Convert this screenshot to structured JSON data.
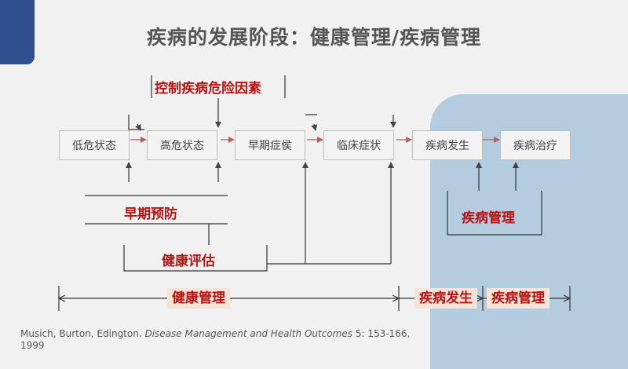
{
  "title": "疾病的发展阶段：健康管理/疾病管理",
  "stages": [
    "低危状态",
    "高危状态",
    "早期症侯",
    "临床症状",
    "疾病发生",
    "疾病治疗"
  ],
  "labels": {
    "control_risk": "控制疾病危险因素",
    "early_prevention": "早期预防",
    "health_assessment": "健康评估",
    "disease_management": "疾病管理"
  },
  "timeline": {
    "health_management": "健康管理",
    "disease_onset": "疾病发生",
    "disease_management": "疾病管理"
  },
  "citation": {
    "authors": "Musich, Burton, Edington.",
    "journal": "Disease Management and Health Outcomes",
    "details": "5: 153-166,",
    "year": "1999"
  },
  "colors": {
    "accent_red": "#b01414",
    "panel_blue": "#b3cce0",
    "corner_blue": "#2f4f8f",
    "label_bg": "#f8e4d6"
  }
}
